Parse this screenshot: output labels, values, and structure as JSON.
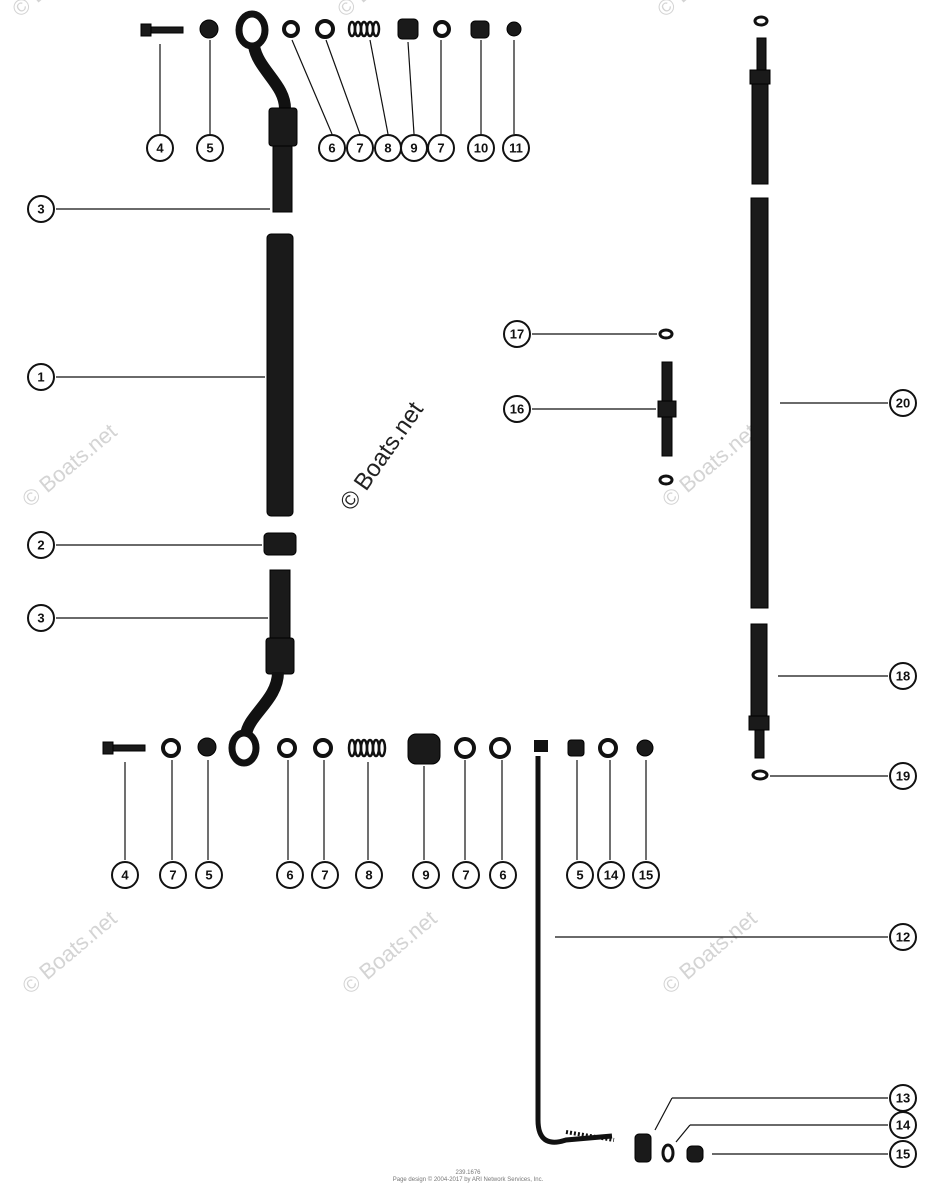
{
  "watermark": {
    "text": "© Boats.net",
    "center_text": "© Boats.net"
  },
  "callouts": [
    {
      "id": "c-4a",
      "label": "4"
    },
    {
      "id": "c-5a",
      "label": "5"
    },
    {
      "id": "c-6a",
      "label": "6"
    },
    {
      "id": "c-7a",
      "label": "7"
    },
    {
      "id": "c-8a",
      "label": "8"
    },
    {
      "id": "c-9a",
      "label": "9"
    },
    {
      "id": "c-7b",
      "label": "7"
    },
    {
      "id": "c-10a",
      "label": "10"
    },
    {
      "id": "c-11a",
      "label": "11"
    },
    {
      "id": "c-3a",
      "label": "3"
    },
    {
      "id": "c-1a",
      "label": "1"
    },
    {
      "id": "c-2a",
      "label": "2"
    },
    {
      "id": "c-3b",
      "label": "3"
    },
    {
      "id": "c-17a",
      "label": "17"
    },
    {
      "id": "c-16a",
      "label": "16"
    },
    {
      "id": "c-20a",
      "label": "20"
    },
    {
      "id": "c-18a",
      "label": "18"
    },
    {
      "id": "c-19a",
      "label": "19"
    },
    {
      "id": "c-4b",
      "label": "4"
    },
    {
      "id": "c-7c",
      "label": "7"
    },
    {
      "id": "c-5b",
      "label": "5"
    },
    {
      "id": "c-6b",
      "label": "6"
    },
    {
      "id": "c-7d",
      "label": "7"
    },
    {
      "id": "c-8b",
      "label": "8"
    },
    {
      "id": "c-9b",
      "label": "9"
    },
    {
      "id": "c-7e",
      "label": "7"
    },
    {
      "id": "c-6c",
      "label": "6"
    },
    {
      "id": "c-5c",
      "label": "5"
    },
    {
      "id": "c-14a",
      "label": "14"
    },
    {
      "id": "c-15a",
      "label": "15"
    },
    {
      "id": "c-12a",
      "label": "12"
    },
    {
      "id": "c-13a",
      "label": "13"
    },
    {
      "id": "c-14b",
      "label": "14"
    },
    {
      "id": "c-15b",
      "label": "15"
    }
  ],
  "footer": {
    "line1": "239.1676",
    "line2": "Page design © 2004-2017 by ARI Network Services, Inc."
  }
}
